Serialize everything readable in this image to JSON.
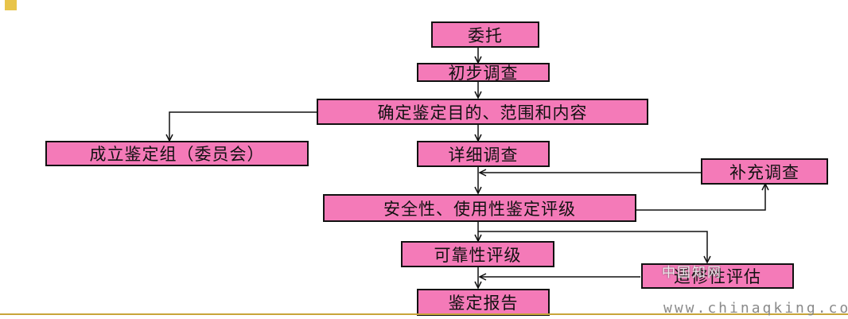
{
  "nodes": {
    "entrust": "委托",
    "preliminary_survey": "初步调查",
    "determine_scope": "确定鉴定目的、范围和内容",
    "form_group": "成立鉴定组（委员会）",
    "detailed_survey": "详细调查",
    "supplementary_survey": "补充调查",
    "safety_rating": "安全性、使用性鉴定评级",
    "reliability_rating": "可靠性评级",
    "adaptability_assessment": "适修性评估",
    "report": "鉴定报告"
  },
  "watermark": {
    "text": "中国知网",
    "url": "www.chinaqking.com"
  },
  "colors": {
    "box_fill": "#f47ab8",
    "accent": "#e8c44a"
  }
}
